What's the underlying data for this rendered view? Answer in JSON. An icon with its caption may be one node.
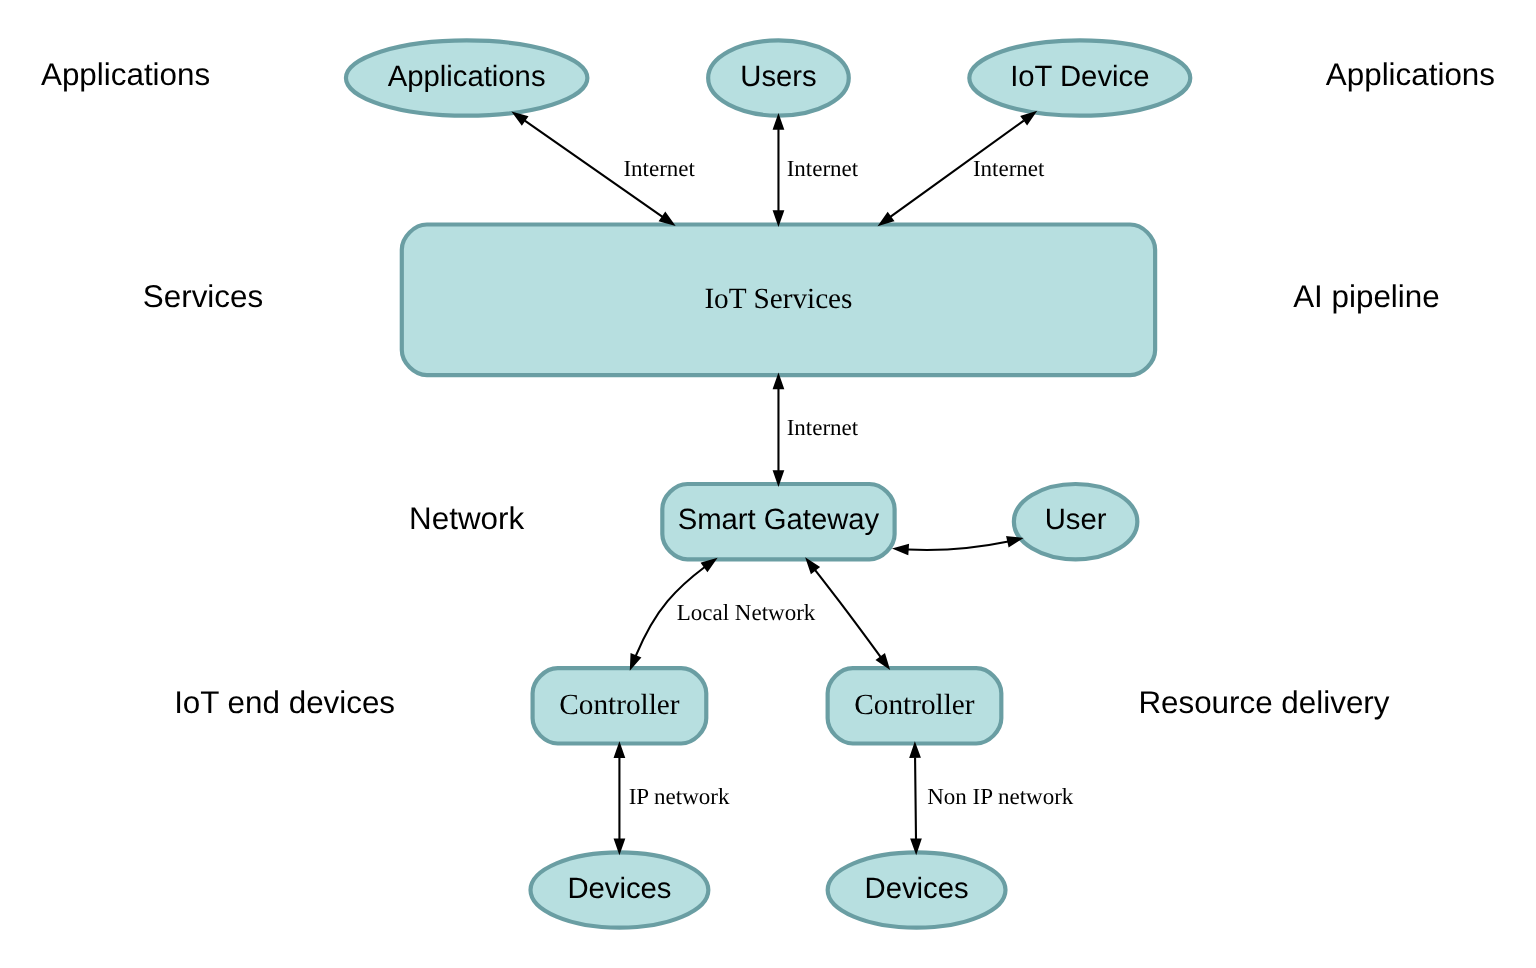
{
  "diagram": {
    "nodes": [
      {
        "text": [
          "Applications"
        ]
      },
      {
        "text": [
          "Users"
        ]
      },
      {
        "text": [
          "IoT Device"
        ]
      },
      {
        "text": [
          "IoT Services"
        ]
      },
      {
        "text": [
          "Smart Gateway"
        ]
      },
      {
        "text": [
          "User"
        ]
      },
      {
        "text": [
          "Controller"
        ]
      },
      {
        "text": [
          "Controller"
        ]
      },
      {
        "text": [
          "Devices"
        ]
      },
      {
        "text": [
          "Devices"
        ]
      }
    ],
    "edges": [
      {
        "from": 0,
        "to": 3,
        "arrow": "both",
        "label": "Internet"
      },
      {
        "from": 1,
        "to": 3,
        "arrow": "both",
        "label": "Internet"
      },
      {
        "from": 2,
        "to": 3,
        "arrow": "both",
        "label": "Internet"
      },
      {
        "from": 3,
        "to": 4,
        "arrow": "both",
        "label": "Internet"
      },
      {
        "from": 5,
        "to": 4,
        "arrow": "both"
      },
      {
        "from": 4,
        "to": 6,
        "arrow": "both",
        "label": "Local Network"
      },
      {
        "from": 4,
        "to": 7,
        "arrow": "both"
      },
      {
        "from": 6,
        "to": 8,
        "arrow": "both",
        "label": "IP network"
      },
      {
        "from": 7,
        "to": 9,
        "arrow": "both",
        "label": "Non IP network"
      }
    ],
    "labels": [
      "Applications",
      "Applications",
      "Services",
      "AI pipeline",
      "Network",
      "Resource delivery",
      "IoT end devices"
    ]
  }
}
